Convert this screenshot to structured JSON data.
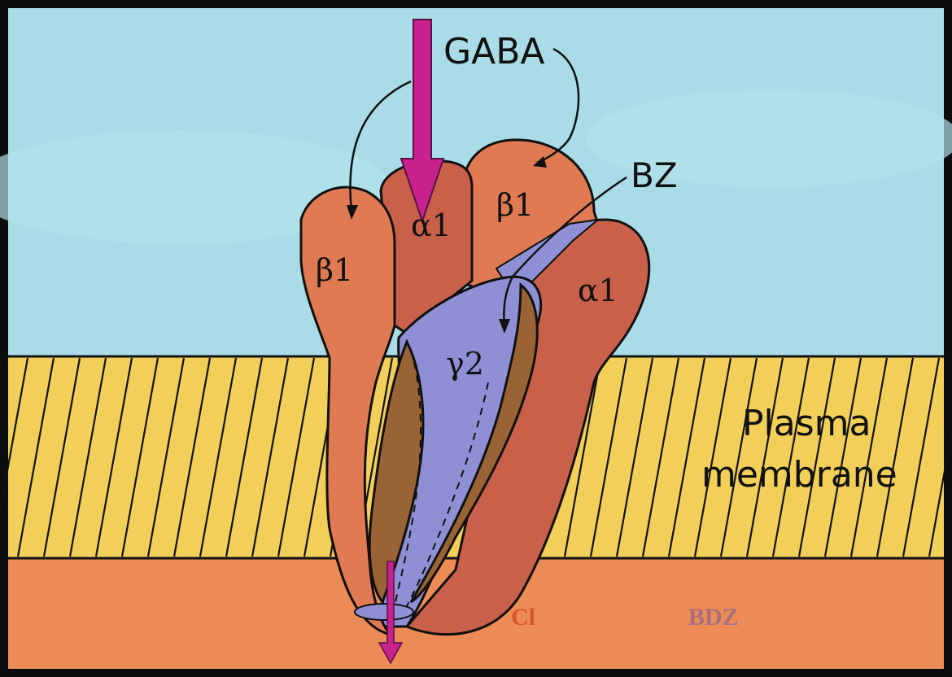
{
  "labels": {
    "gaba": "GABA",
    "bz": "BZ",
    "beta1_left": "β1",
    "alpha1_top": "α1",
    "beta1_right": "β1",
    "alpha1_right": "α1",
    "gamma2": "γ2",
    "plasma": "Plasma",
    "membrane": "membrane",
    "cl": "Cl",
    "bdz": "BDZ"
  },
  "colors": {
    "sky": "#a9dce6",
    "membrane_yellow": "#f2cf58",
    "cytoplasm": "#ec8b55",
    "subunit_beta": "#e07a52",
    "subunit_alpha": "#c9604a",
    "gamma_purple": "#8f8fd6",
    "channel_brown": "#9a6335",
    "gaba_arrow": "#c8228e",
    "cl_text": "#d7542c",
    "bdz_text": "#a8707c"
  }
}
